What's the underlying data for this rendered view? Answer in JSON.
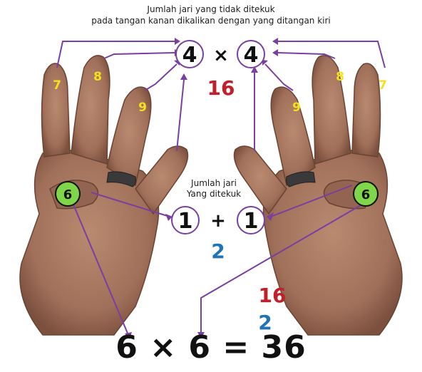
{
  "header": {
    "line1": "Jumlah jari yang tidak ditekuk",
    "line2": "pada tangan kanan dikalikan dengan yang ditangan kiri"
  },
  "middle_caption": {
    "line1": "Jumlah jari",
    "line2": "Yang ditekuk"
  },
  "multiply": {
    "left": "4",
    "op": "×",
    "right": "4",
    "product": "16"
  },
  "add": {
    "left": "1",
    "op": "+",
    "right": "1",
    "sum": "2"
  },
  "side_results": {
    "product": "16",
    "sum": "2"
  },
  "equation": "6 × 6 = 36",
  "finger_numbers": {
    "left": [
      "7",
      "8",
      "9"
    ],
    "right": [
      "8",
      "7",
      "9"
    ],
    "thumb_left": "6",
    "thumb_right": "6"
  },
  "colors": {
    "skin": "#a8775e",
    "skin_shadow": "#7e5340",
    "line": "#7a3fa0",
    "yellow_digit": "#f4e11a",
    "green_badge": "#7fd64a",
    "red": "#c0202a",
    "blue": "#1f74b8"
  }
}
